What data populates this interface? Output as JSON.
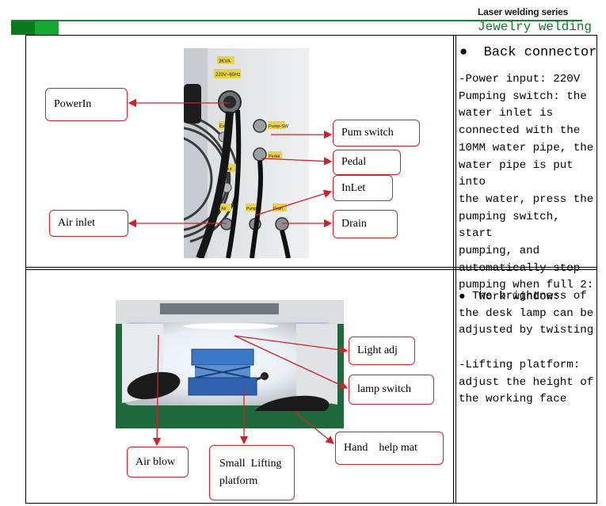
{
  "header": {
    "series": "Laser welding series",
    "subtitle": "Jewelry welding"
  },
  "section1": {
    "title": "Back connector",
    "body": "-Power input: 220V\nPumping switch: the\nwater inlet is\nconnected with the\n10MM water pipe, the\nwater pipe is put into\nthe water, press the\npumping switch, start\npumping, and\nautomatically stop\npumping when full 2:",
    "photo_labels": {
      "kva": "3KVA",
      "voltage": "220V~60Hz",
      "pump": "Pump-SW",
      "pedal": "Pedal",
      "exit": "Ex-",
      "out": "out",
      "air": "Air",
      "pump_in": "Pump-in",
      "drain": "Drain"
    },
    "labels": {
      "powerin": "PowerIn",
      "pum_switch": "Pum switch",
      "pedal": "Pedal",
      "inlet": "InLet",
      "air_inlet": "Air inlet",
      "drain": "Drain"
    }
  },
  "section2": {
    "bullet": "Work window:",
    "body": "- The brightness of\nthe desk lamp can be\nadjusted by twisting\n\n-Lifting platform:\nadjust the height of\nthe working face",
    "labels": {
      "light_adj": "Light adj",
      "lamp_switch": "lamp switch",
      "hand_mat": "Hand    help mat",
      "air_blow": "Air blow",
      "lifting_1": "Small  Lifting",
      "lifting_2": "platform"
    }
  },
  "colors": {
    "brand_green_dark": "#0a7a1f",
    "brand_green_light": "#14a82e",
    "callout_border": "#d0202a",
    "arrow": "#d0202a"
  }
}
